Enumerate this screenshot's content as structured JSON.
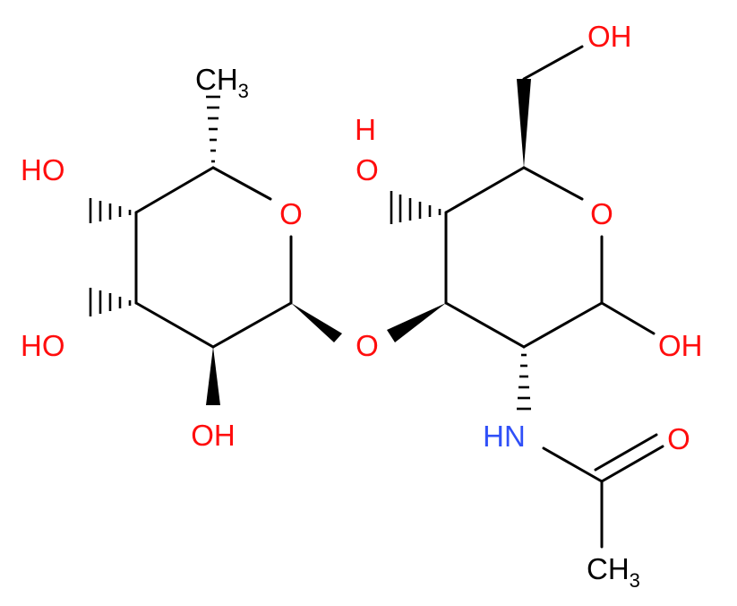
{
  "molecule": {
    "atoms": {
      "fucose_ring_oxygen": "O",
      "glycosidic_oxygen": "O",
      "glcnac_ring_oxygen": "O",
      "carbonyl_oxygen": "O",
      "methyl_top": "CH",
      "methyl_top_sub": "3",
      "acetyl_methyl": "CH",
      "acetyl_methyl_sub": "3",
      "hydroxyl_fuc_c4": "HO",
      "hydroxyl_fuc_c3": "HO",
      "hydroxyl_fuc_c2": "OH",
      "hydroxyl_glc_c4_o": "O",
      "hydroxyl_glc_c4_h": "H",
      "hydroxyl_glc_c6": "OH",
      "hydroxyl_anomeric": "OH",
      "amide_nh": "HN"
    },
    "colors": {
      "bond": "#000000",
      "oxygen": "#ff0d0d",
      "nitrogen": "#3050f8",
      "carbon": "#000000"
    }
  }
}
